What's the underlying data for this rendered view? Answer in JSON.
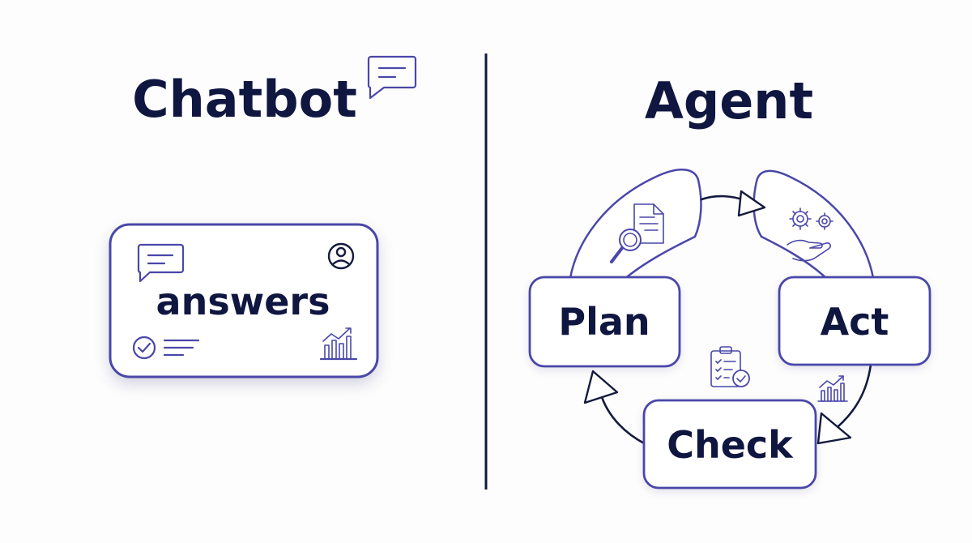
{
  "chatbot": {
    "title": "Chatbot",
    "card_label": "answers"
  },
  "agent": {
    "title": "Agent",
    "steps": [
      "Plan",
      "Act",
      "Check"
    ]
  },
  "colors": {
    "navy": "#0f1640",
    "accent": "#4a47a8",
    "background": "#fdfdfe"
  },
  "icons": {
    "chatbot_title": "chat-bubble-icon",
    "card": [
      "chat-bubble-icon",
      "user-circle-icon",
      "check-list-icon",
      "bar-chart-growth-icon"
    ],
    "agent": [
      "document-search-icon",
      "gears-hand-icon",
      "clipboard-check-icon",
      "bar-chart-growth-icon"
    ]
  }
}
